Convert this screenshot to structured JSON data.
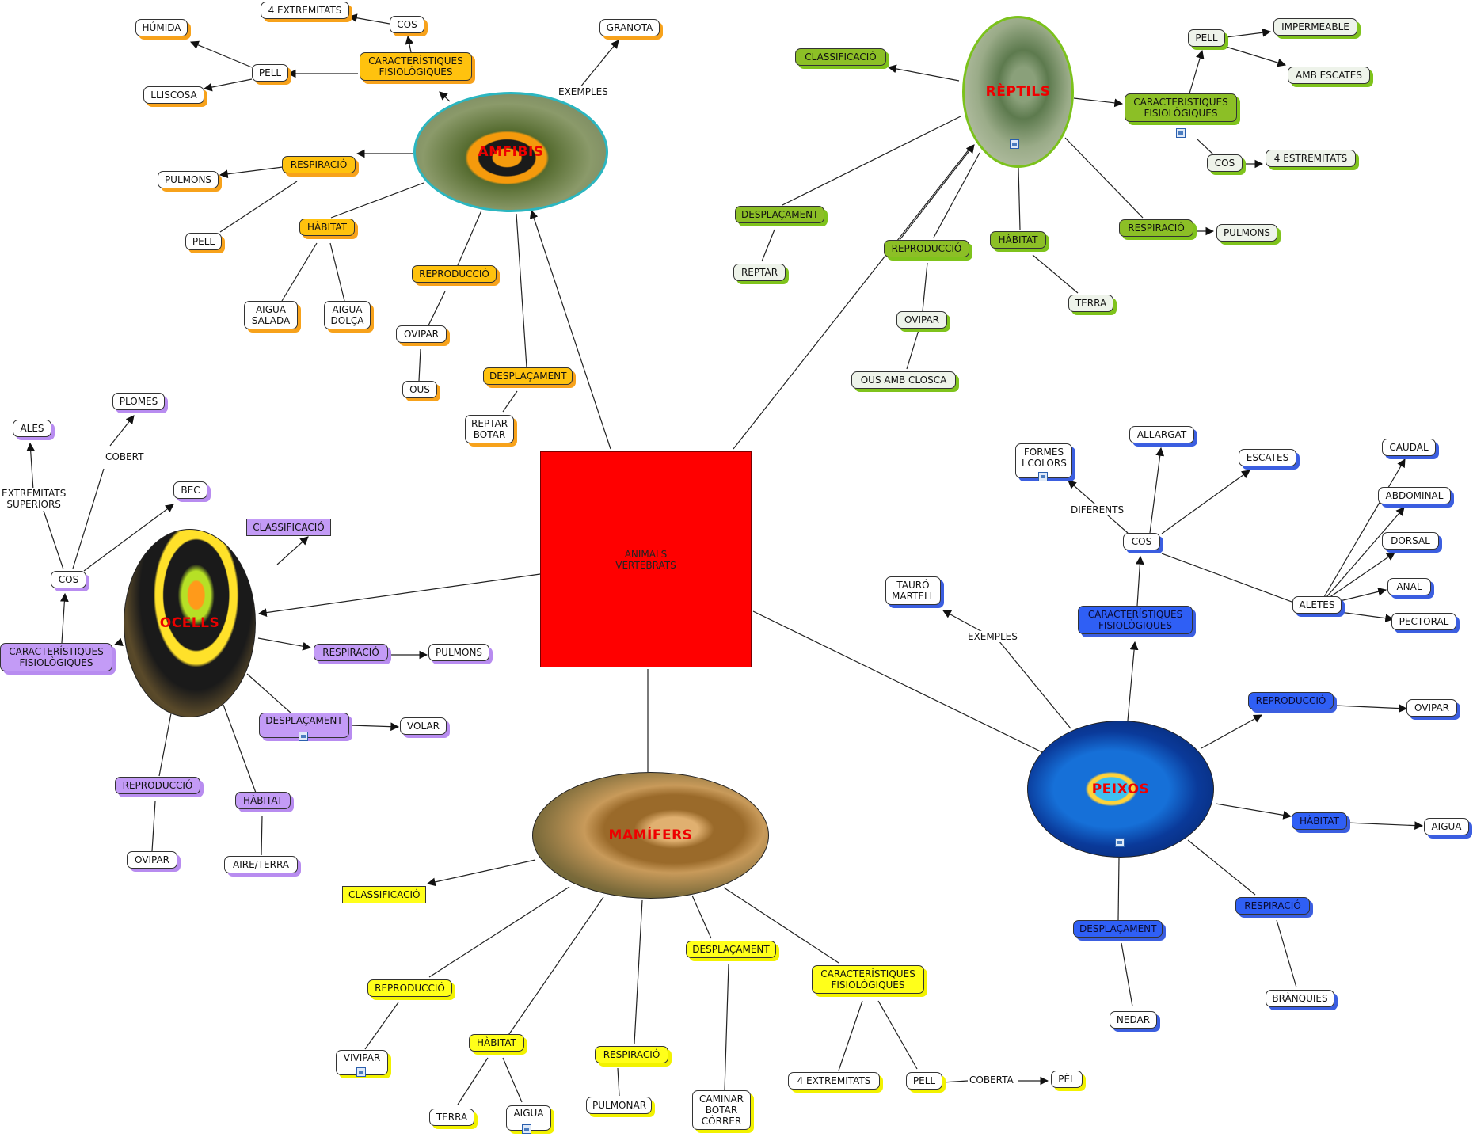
{
  "center": "ANIMALS\nVERTEBRATS",
  "groups": {
    "amfibis": {
      "title": "AMFIBIS",
      "caract": "CARACTERÍSTIQUES\nFISIOLÒGIQUES",
      "cos": "COS",
      "extrem": "4 EXTREMITATS",
      "pell": "PELL",
      "humida": "HÚMIDA",
      "lliscosa": "LLISCOSA",
      "exemples": "EXEMPLES",
      "granota": "GRANOTA",
      "respiracio": "RESPIRACIÓ",
      "pulmons": "PULMONS",
      "pell2": "PELL",
      "habitat": "HÀBITAT",
      "aigua_salada": "AIGUA\nSALADA",
      "aigua_dolca": "AIGUA\nDOLÇA",
      "reproduccio": "REPRODUCCIÓ",
      "ovipar": "OVIPAR",
      "ous": "OUS",
      "desplacament": "DESPLAÇAMENT",
      "reptar_botar": "REPTAR\nBOTAR"
    },
    "reptils": {
      "title": "RÈPTILS",
      "classificacio": "CLASSIFICACIÓ",
      "caract": "CARACTERÍSTIQUES\nFISIOLÒGIQUES",
      "pell": "PELL",
      "impermeable": "IMPERMEABLE",
      "amb_escates": "AMB ESCATES",
      "cos": "COS",
      "extrem": "4 ESTREMITATS",
      "respiracio": "RESPIRACIÓ",
      "pulmons": "PULMONS",
      "habitat": "HÀBITAT",
      "terra": "TERRA",
      "reproduccio": "REPRODUCCIÓ",
      "ovipar": "OVIPAR",
      "ous": "OUS AMB CLOSCA",
      "desplacament": "DESPLAÇAMENT",
      "reptar": "REPTAR"
    },
    "peixos": {
      "title": "PEIXOS",
      "caract": "CARACTERÍSTIQUES\nFISIOLÒGIQUES",
      "cos": "COS",
      "allargat": "ALLARGAT",
      "escates": "ESCATES",
      "diferents": "DIFERENTS",
      "formes": "FORMES\nI COLORS",
      "aletes": "ALETES",
      "caudal": "CAUDAL",
      "abdominal": "ABDOMINAL",
      "dorsal": "DORSAL",
      "anal": "ANAL",
      "pectoral": "PECTORAL",
      "exemples": "EXEMPLES",
      "tauro": "TAURÓ\nMARTELL",
      "reproduccio": "REPRODUCCIÓ",
      "ovipar": "OVIPAR",
      "habitat": "HÀBITAT",
      "aigua": "AIGUA",
      "respiracio": "RESPIRACIÓ",
      "branquies": "BRÀNQUIES",
      "desplacament": "DESPLAÇAMENT",
      "nedar": "NEDAR"
    },
    "ocells": {
      "title": "OCELLS",
      "classificacio": "CLASSIFICACIÓ",
      "caract": "CARACTERÍSTIQUES\nFISIOLÒGIQUES",
      "cos": "COS",
      "extremitats": "EXTREMITATS\nSUPERIORS",
      "ales": "ALES",
      "cobert": "COBERT",
      "plomes": "PLOMES",
      "bec": "BEC",
      "respiracio": "RESPIRACIÓ",
      "pulmons": "PULMONS",
      "desplacament": "DESPLAÇAMENT",
      "volar": "VOLAR",
      "reproduccio": "REPRODUCCIÓ",
      "ovipar": "OVIPAR",
      "habitat": "HÀBITAT",
      "aire_terra": "AIRE/TERRA"
    },
    "mamifers": {
      "title": "MAMÍFERS",
      "classificacio": "CLASSIFICACIÓ",
      "reproduccio": "REPRODUCCIÓ",
      "vivipar": "VIVIPAR",
      "habitat": "HÀBITAT",
      "terra": "TERRA",
      "aigua": "AIGUA",
      "respiracio": "RESPIRACIÓ",
      "pulmonar": "PULMONAR",
      "desplacament": "DESPLAÇAMENT",
      "caminar": "CAMINAR\nBOTAR\nCÓRRER",
      "caract": "CARACTERÍSTIQUES\nFISIOLÒGIQUES",
      "extrem": "4 EXTREMITATS",
      "pell": "PELL",
      "coberta": "COBERTA",
      "pel": "PÈL"
    }
  },
  "colors": {
    "amfibis": "#ffc20e",
    "reptils": "#8cbf26",
    "peixos": "#2f5ff5",
    "ocells": "#c39bf6",
    "mamifers": "#ffff1a",
    "center": "#ff0000"
  }
}
